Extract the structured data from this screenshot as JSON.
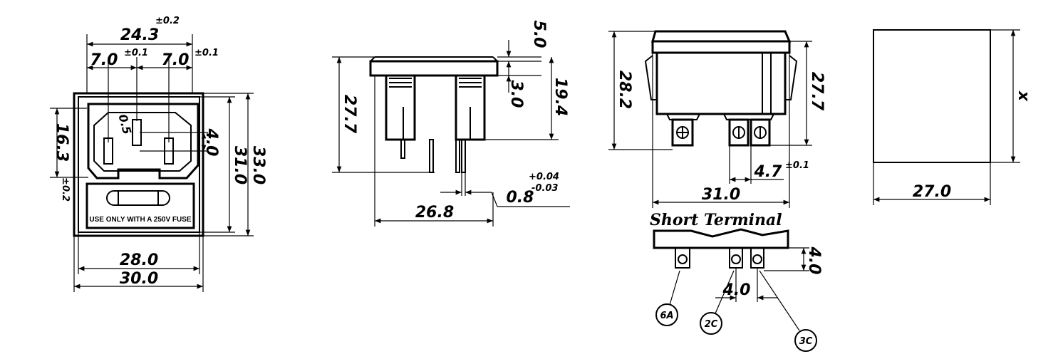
{
  "front_view": {
    "width_total": "24.3",
    "width_total_tol": "±0.2",
    "pin_pitch_left": "7.0",
    "pin_pitch_left_tol": "±0.1",
    "pin_pitch_right": "7.0",
    "pin_pitch_right_tol": "±0.1",
    "height_left": "16.3",
    "height_left_tol": "±0.2",
    "small_dim_a": "0.5",
    "small_dim_b": "4.0",
    "height_31": "31.0",
    "height_33": "33.0",
    "fuse_text": "USE ONLY WITH A 250V FUSE",
    "width_28": "28.0",
    "width_30": "30.0"
  },
  "side_view": {
    "height_27_7": "27.7",
    "top_5_0": "5.0",
    "mid_3_0": "3.0",
    "right_19_4": "19.4",
    "pin_0_8": "0.8",
    "pin_tol_plus": "+0.04",
    "pin_tol_minus": "-0.03",
    "depth_26_8": "26.8"
  },
  "rear_view": {
    "height_28_2": "28.2",
    "height_27_7": "27.7",
    "spacing_4_7": "4.7",
    "spacing_4_7_tol": "±0.1",
    "width_31_0": "31.0",
    "short_terminal_label": "Short Terminal",
    "terminal_4_0_v": "4.0",
    "terminal_4_0_h": "4.0",
    "bubble_6a": "6A",
    "bubble_2c": "2C",
    "bubble_3c": "3C"
  },
  "box_view": {
    "height_x": "x",
    "width_27_0": "27.0"
  }
}
